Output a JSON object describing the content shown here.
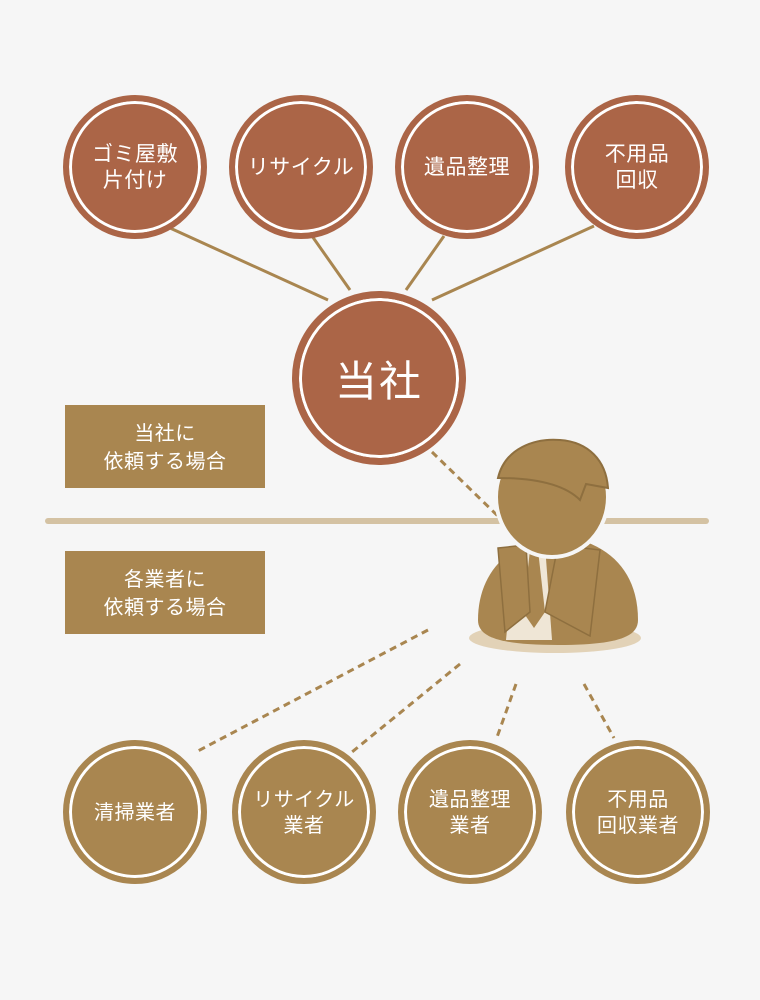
{
  "top_services": [
    {
      "lines": [
        "ゴミ屋敷",
        "片付け"
      ]
    },
    {
      "lines": [
        "リサイクル"
      ]
    },
    {
      "lines": [
        "遺品整理"
      ]
    },
    {
      "lines": [
        "不用品",
        "回収"
      ]
    }
  ],
  "center": {
    "label": "当社"
  },
  "label_our_company": {
    "lines": [
      "当社に",
      "依頼する場合"
    ]
  },
  "label_each_vendor": {
    "lines": [
      "各業者に",
      "依頼する場合"
    ]
  },
  "bottom_vendors": [
    {
      "lines": [
        "清掃業者"
      ]
    },
    {
      "lines": [
        "リサイクル",
        "業者"
      ]
    },
    {
      "lines": [
        "遺品整理",
        "業者"
      ]
    },
    {
      "lines": [
        "不用品",
        "回収業者"
      ]
    }
  ],
  "colors": {
    "rust": "#ab6547",
    "gold": "#a98650",
    "divider": "#d4c2a3",
    "background": "#f6f6f6"
  },
  "icons": {
    "person": "businessman-icon"
  }
}
